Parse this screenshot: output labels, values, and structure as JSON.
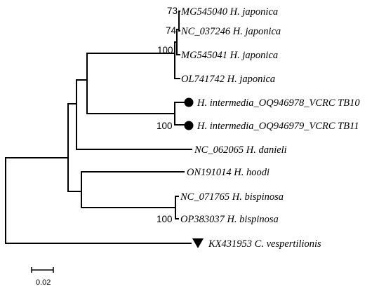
{
  "taxa": [
    {
      "id": "mg545040",
      "label": "MG545040 H. japonica",
      "marker": "none"
    },
    {
      "id": "nc037246",
      "label": "NC_037246 H. japonica",
      "marker": "none"
    },
    {
      "id": "mg545041",
      "label": "MG545041 H. japonica",
      "marker": "none"
    },
    {
      "id": "ol741742",
      "label": "OL741742 H. japonica",
      "marker": "none"
    },
    {
      "id": "oq946978",
      "label": "H. intermedia_OQ946978_VCRC TB10",
      "marker": "circle"
    },
    {
      "id": "oq946979",
      "label": "H. intermedia_OQ946979_VCRC TB11",
      "marker": "circle"
    },
    {
      "id": "nc062065",
      "label": "NC_062065 H. danieli",
      "marker": "none"
    },
    {
      "id": "on191014",
      "label": "ON191014 H. hoodi",
      "marker": "none"
    },
    {
      "id": "nc071765",
      "label": "NC_071765 H. bispinosa",
      "marker": "none"
    },
    {
      "id": "op383037",
      "label": "OP383037 H. bispinosa",
      "marker": "none"
    },
    {
      "id": "kx431953",
      "label": "KX431953  C. vespertilionis",
      "marker": "triangle"
    }
  ],
  "bootstrap": [
    {
      "id": "bs-japonica-73",
      "value": "73"
    },
    {
      "id": "bs-japonica-74",
      "value": "74"
    },
    {
      "id": "bs-japonica-100",
      "value": "100"
    },
    {
      "id": "bs-intermedia-100",
      "value": "100"
    },
    {
      "id": "bs-bispinosa-100",
      "value": "100"
    }
  ],
  "scale_bar": {
    "value": 0.02,
    "label": "0.02"
  },
  "colors": {
    "branch": "#000000",
    "marker": "#000000"
  }
}
